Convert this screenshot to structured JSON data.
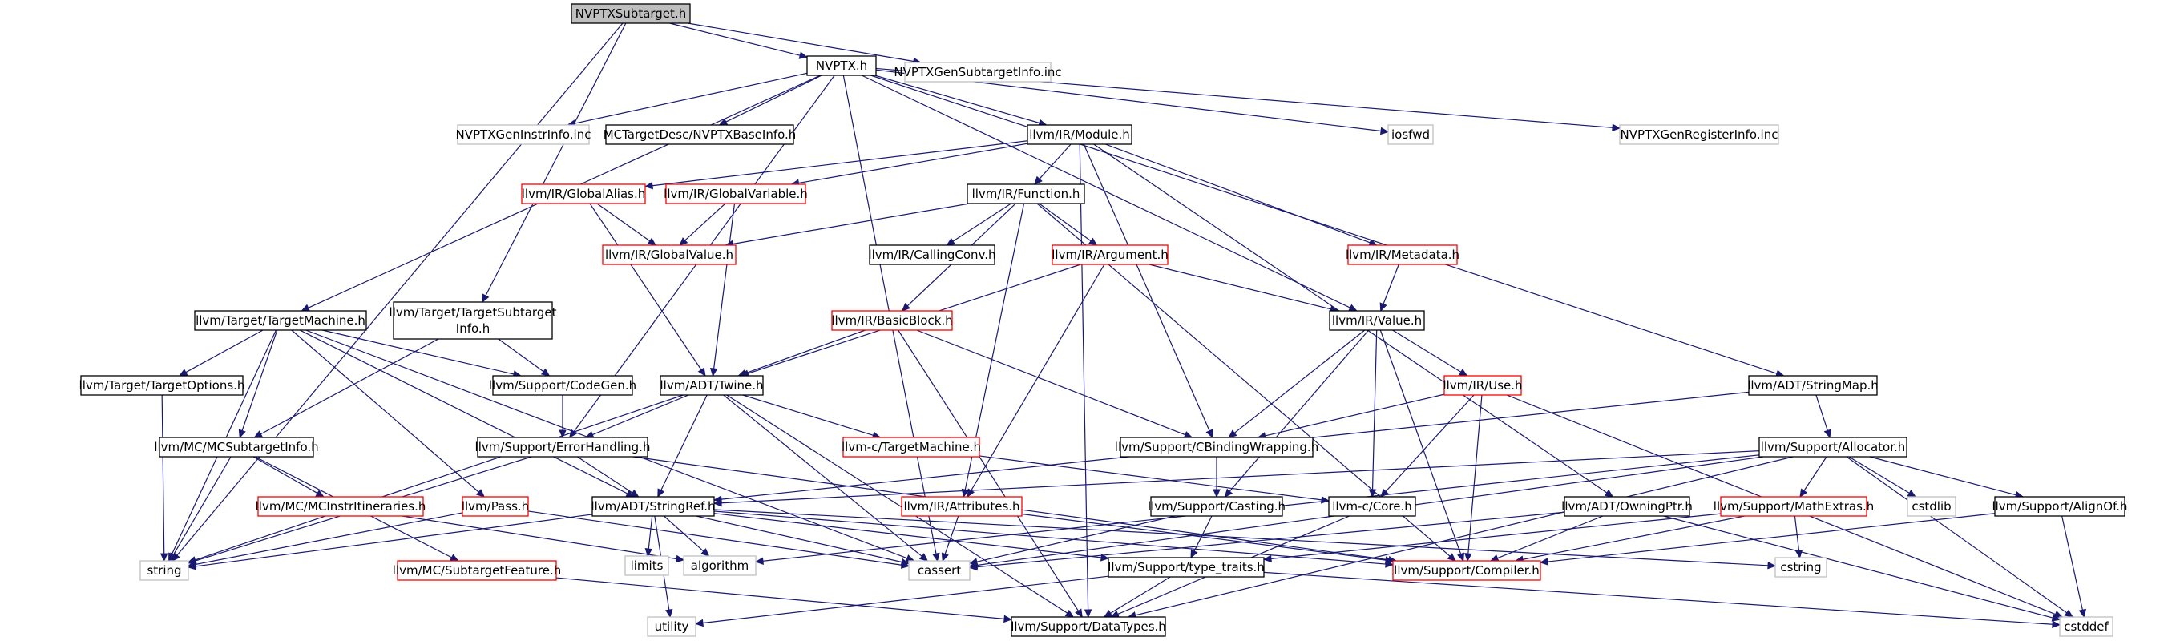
{
  "title": "NVPTXSubtarget.h",
  "colors": {
    "edge": "#191970",
    "black_border": "#000000",
    "red_border": "#ff0000",
    "gray_border": "#bfbfbf",
    "root_fill": "#bfbfbf"
  },
  "nodes": [
    {
      "id": "root",
      "label": "NVPTXSubtarget.h",
      "style": "root"
    },
    {
      "id": "nvptx",
      "label": "NVPTX.h",
      "style": "black"
    },
    {
      "id": "gensub",
      "label": "NVPTXGenSubtargetInfo.inc",
      "style": "gray"
    },
    {
      "id": "geninstr",
      "label": "NVPTXGenInstrInfo.inc",
      "style": "gray"
    },
    {
      "id": "mcbase",
      "label": "MCTargetDesc/NVPTXBaseInfo.h",
      "style": "black"
    },
    {
      "id": "module",
      "label": "llvm/IR/Module.h",
      "style": "black"
    },
    {
      "id": "iosfwd",
      "label": "iosfwd",
      "style": "gray"
    },
    {
      "id": "genreg",
      "label": "NVPTXGenRegisterInfo.inc",
      "style": "gray"
    },
    {
      "id": "galias",
      "label": "llvm/IR/GlobalAlias.h",
      "style": "red"
    },
    {
      "id": "gvar",
      "label": "llvm/IR/GlobalVariable.h",
      "style": "red"
    },
    {
      "id": "function",
      "label": "llvm/IR/Function.h",
      "style": "black"
    },
    {
      "id": "gvalue",
      "label": "llvm/IR/GlobalValue.h",
      "style": "red"
    },
    {
      "id": "callconv",
      "label": "llvm/IR/CallingConv.h",
      "style": "black"
    },
    {
      "id": "argument",
      "label": "llvm/IR/Argument.h",
      "style": "red"
    },
    {
      "id": "metadata",
      "label": "llvm/IR/Metadata.h",
      "style": "red"
    },
    {
      "id": "tmachine",
      "label": "llvm/Target/TargetMachine.h",
      "style": "black"
    },
    {
      "id": "tsubinfo",
      "label": "llvm/Target/TargetSubtarget Info.h",
      "lines": [
        "llvm/Target/TargetSubtarget",
        "Info.h"
      ],
      "style": "black"
    },
    {
      "id": "bblock",
      "label": "llvm/IR/BasicBlock.h",
      "style": "red"
    },
    {
      "id": "value",
      "label": "llvm/IR/Value.h",
      "style": "black"
    },
    {
      "id": "toptions",
      "label": "llvm/Target/TargetOptions.h",
      "style": "black"
    },
    {
      "id": "codegen",
      "label": "llvm/Support/CodeGen.h",
      "style": "black"
    },
    {
      "id": "twine",
      "label": "llvm/ADT/Twine.h",
      "style": "black"
    },
    {
      "id": "use",
      "label": "llvm/IR/Use.h",
      "style": "red"
    },
    {
      "id": "stringmap",
      "label": "llvm/ADT/StringMap.h",
      "style": "black"
    },
    {
      "id": "mcsub",
      "label": "llvm/MC/MCSubtargetInfo.h",
      "style": "black"
    },
    {
      "id": "errh",
      "label": "llvm/Support/ErrorHandling.h",
      "style": "black"
    },
    {
      "id": "ctm",
      "label": "llvm-c/TargetMachine.h",
      "style": "red"
    },
    {
      "id": "cbind",
      "label": "llvm/Support/CBindingWrapping.h",
      "style": "black"
    },
    {
      "id": "allocator",
      "label": "llvm/Support/Allocator.h",
      "style": "black"
    },
    {
      "id": "mcitin",
      "label": "llvm/MC/MCInstrItineraries.h",
      "style": "red"
    },
    {
      "id": "pass",
      "label": "llvm/Pass.h",
      "style": "red"
    },
    {
      "id": "stringref",
      "label": "llvm/ADT/StringRef.h",
      "style": "black"
    },
    {
      "id": "attributes",
      "label": "llvm/IR/Attributes.h",
      "style": "red"
    },
    {
      "id": "casting",
      "label": "llvm/Support/Casting.h",
      "style": "black"
    },
    {
      "id": "ccore",
      "label": "llvm-c/Core.h",
      "style": "black"
    },
    {
      "id": "owningptr",
      "label": "llvm/ADT/OwningPtr.h",
      "style": "black"
    },
    {
      "id": "mathext",
      "label": "llvm/Support/MathExtras.h",
      "style": "red"
    },
    {
      "id": "cstdlib",
      "label": "cstdlib",
      "style": "gray"
    },
    {
      "id": "alignof",
      "label": "llvm/Support/AlignOf.h",
      "style": "black"
    },
    {
      "id": "string",
      "label": "string",
      "style": "gray"
    },
    {
      "id": "mcsubfeat",
      "label": "llvm/MC/SubtargetFeature.h",
      "style": "red"
    },
    {
      "id": "limits",
      "label": "limits",
      "style": "gray"
    },
    {
      "id": "algorithm",
      "label": "algorithm",
      "style": "gray"
    },
    {
      "id": "cassert",
      "label": "cassert",
      "style": "gray"
    },
    {
      "id": "typetraits",
      "label": "llvm/Support/type_traits.h",
      "style": "black"
    },
    {
      "id": "compiler",
      "label": "llvm/Support/Compiler.h",
      "style": "red"
    },
    {
      "id": "cstring",
      "label": "cstring",
      "style": "gray"
    },
    {
      "id": "utility",
      "label": "utility",
      "style": "gray"
    },
    {
      "id": "datatypes",
      "label": "llvm/Support/DataTypes.h",
      "style": "black"
    },
    {
      "id": "cstddef",
      "label": "cstddef",
      "style": "gray"
    }
  ],
  "edges": [
    [
      "root",
      "nvptx"
    ],
    [
      "root",
      "gensub"
    ],
    [
      "root",
      "string"
    ],
    [
      "root",
      "tsubinfo"
    ],
    [
      "nvptx",
      "geninstr"
    ],
    [
      "nvptx",
      "mcbase"
    ],
    [
      "nvptx",
      "module"
    ],
    [
      "nvptx",
      "iosfwd"
    ],
    [
      "nvptx",
      "genreg"
    ],
    [
      "nvptx",
      "tmachine"
    ],
    [
      "nvptx",
      "errh"
    ],
    [
      "nvptx",
      "value"
    ],
    [
      "nvptx",
      "stringmap"
    ],
    [
      "nvptx",
      "cassert"
    ],
    [
      "module",
      "galias"
    ],
    [
      "module",
      "gvar"
    ],
    [
      "module",
      "function"
    ],
    [
      "module",
      "metadata"
    ],
    [
      "module",
      "cbind"
    ],
    [
      "module",
      "owningptr"
    ],
    [
      "module",
      "datatypes"
    ],
    [
      "galias",
      "gvalue"
    ],
    [
      "galias",
      "twine"
    ],
    [
      "gvar",
      "gvalue"
    ],
    [
      "gvar",
      "twine"
    ],
    [
      "function",
      "gvalue"
    ],
    [
      "function",
      "callconv"
    ],
    [
      "function",
      "argument"
    ],
    [
      "function",
      "bblock"
    ],
    [
      "function",
      "attributes"
    ],
    [
      "function",
      "compiler"
    ],
    [
      "argument",
      "value"
    ],
    [
      "argument",
      "twine"
    ],
    [
      "argument",
      "attributes"
    ],
    [
      "metadata",
      "value"
    ],
    [
      "tmachine",
      "toptions"
    ],
    [
      "tmachine",
      "codegen"
    ],
    [
      "tmachine",
      "mcsub"
    ],
    [
      "tmachine",
      "string"
    ],
    [
      "tmachine",
      "pass"
    ],
    [
      "tmachine",
      "stringref"
    ],
    [
      "tmachine",
      "cassert"
    ],
    [
      "tsubinfo",
      "codegen"
    ],
    [
      "tsubinfo",
      "mcsub"
    ],
    [
      "bblock",
      "twine"
    ],
    [
      "bblock",
      "cbind"
    ],
    [
      "bblock",
      "datatypes"
    ],
    [
      "value",
      "cbind"
    ],
    [
      "value",
      "use"
    ],
    [
      "value",
      "casting"
    ],
    [
      "value",
      "ccore"
    ],
    [
      "value",
      "compiler"
    ],
    [
      "toptions",
      "string"
    ],
    [
      "codegen",
      "errh"
    ],
    [
      "twine",
      "errh"
    ],
    [
      "twine",
      "stringref"
    ],
    [
      "twine",
      "string"
    ],
    [
      "twine",
      "cassert"
    ],
    [
      "twine",
      "datatypes"
    ],
    [
      "twine",
      "ctm"
    ],
    [
      "use",
      "cbind"
    ],
    [
      "use",
      "ccore"
    ],
    [
      "use",
      "compiler"
    ],
    [
      "use",
      "cstddef"
    ],
    [
      "stringmap",
      "allocator"
    ],
    [
      "stringmap",
      "stringref"
    ],
    [
      "mcsub",
      "mcitin"
    ],
    [
      "mcsub",
      "string"
    ],
    [
      "mcsub",
      "mcsubfeat"
    ],
    [
      "errh",
      "string"
    ],
    [
      "errh",
      "stringref"
    ],
    [
      "errh",
      "compiler"
    ],
    [
      "ctm",
      "ccore"
    ],
    [
      "cbind",
      "casting"
    ],
    [
      "allocator",
      "mathext"
    ],
    [
      "allocator",
      "cstdlib"
    ],
    [
      "allocator",
      "alignof"
    ],
    [
      "allocator",
      "cassert"
    ],
    [
      "allocator",
      "datatypes"
    ],
    [
      "allocator",
      "cstddef"
    ],
    [
      "allocator",
      "algorithm"
    ],
    [
      "allocator",
      "stringref"
    ],
    [
      "mcitin",
      "algorithm"
    ],
    [
      "pass",
      "string"
    ],
    [
      "pass",
      "cassert"
    ],
    [
      "stringref",
      "limits"
    ],
    [
      "stringref",
      "algorithm"
    ],
    [
      "stringref",
      "cassert"
    ],
    [
      "stringref",
      "typetraits"
    ],
    [
      "stringref",
      "compiler"
    ],
    [
      "stringref",
      "cstring"
    ],
    [
      "stringref",
      "string"
    ],
    [
      "stringref",
      "utility"
    ],
    [
      "attributes",
      "cassert"
    ],
    [
      "attributes",
      "compiler"
    ],
    [
      "casting",
      "cassert"
    ],
    [
      "casting",
      "typetraits"
    ],
    [
      "ccore",
      "datatypes"
    ],
    [
      "owningptr",
      "compiler"
    ],
    [
      "owningptr",
      "cstddef"
    ],
    [
      "owningptr",
      "cassert"
    ],
    [
      "mathext",
      "compiler"
    ],
    [
      "mathext",
      "cstring"
    ],
    [
      "mathext",
      "typetraits"
    ],
    [
      "alignof",
      "compiler"
    ],
    [
      "alignof",
      "cstddef"
    ],
    [
      "mcsubfeat",
      "datatypes"
    ],
    [
      "typetraits",
      "utility"
    ],
    [
      "typetraits",
      "datatypes"
    ],
    [
      "typetraits",
      "cstddef"
    ]
  ]
}
